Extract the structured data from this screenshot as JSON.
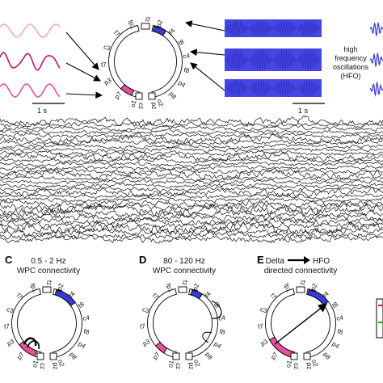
{
  "panels": {
    "top": {
      "scale_bar_left": "1 s",
      "scale_bar_right": "1 s",
      "hfo_label_lines": [
        "high",
        "frequency",
        "oscillations",
        "(HFO)"
      ]
    },
    "c": {
      "letter": "C",
      "title_line1": "0.5 - 2 Hz",
      "title_line2": "WPC connectivity"
    },
    "d": {
      "letter": "D",
      "title_line1": "80 - 120 Hz",
      "title_line2": "WPC connectivity"
    },
    "e": {
      "letter": "E",
      "title_line1a": "Delta",
      "title_line1b": "HFO",
      "title_line2": "directed connectivity"
    }
  },
  "electrodes": {
    "left": [
      "fp1",
      "f7",
      "c3",
      "t7",
      "p3",
      "p7",
      "o1"
    ],
    "right": [
      "fp2",
      "f4",
      "t8",
      "c4",
      "f8",
      "p4",
      "p8",
      "o2"
    ],
    "top": [
      "fz"
    ],
    "bottom": [
      "cz",
      "pz"
    ]
  },
  "colors": {
    "pink": "#e8509a",
    "pink_light": "#f4a6cf",
    "magenta_dark": "#c0146e",
    "blue": "#3a3ad8",
    "blue_bar": "#4646e6",
    "trace": "#111111"
  },
  "eeg_trace_count": 34
}
